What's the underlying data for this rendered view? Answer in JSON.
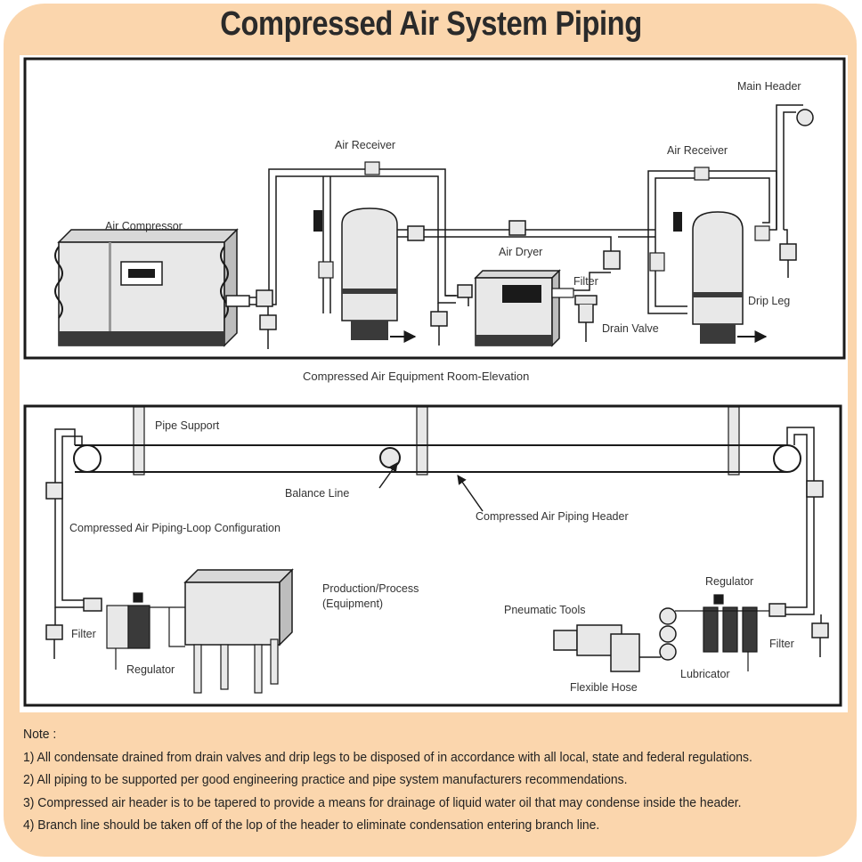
{
  "title": "Compressed Air System Piping",
  "upper_panel": {
    "labels": {
      "air_compressor": "Air Compressor",
      "air_receiver_1": "Air Receiver",
      "air_receiver_2": "Air Receiver",
      "air_dryer": "Air Dryer",
      "filter": "Filter",
      "drain_valve": "Drain Valve",
      "drip_leg": "Drip Leg",
      "main_header": "Main Header"
    },
    "caption": "Compressed Air Equipment Room-Elevation"
  },
  "lower_panel": {
    "labels": {
      "pipe_support": "Pipe Support",
      "balance_line": "Balance Line",
      "piping_header": "Compressed Air Piping Header",
      "loop_configuration": "Compressed Air Piping-Loop Configuration",
      "production_process": "Production/Process",
      "equipment": "(Equipment)",
      "filter_left": "Filter",
      "regulator_left": "Regulator",
      "pneumatic_tools": "Pneumatic Tools",
      "flexible_hose": "Flexible Hose",
      "lubricator": "Lubricator",
      "regulator_right": "Regulator",
      "filter_right": "Filter"
    }
  },
  "notes": {
    "heading": "Note :",
    "items": [
      "1) All condensate drained from drain valves and drip legs to be disposed of in accordance with all local, state and federal regulations.",
      "2) All piping to be supported per good engineering practice and pipe system manufacturers recommendations.",
      "3) Compressed air header is to be tapered to provide a means for drainage of liquid water oil that may condense inside the header.",
      "4) Branch line should be taken off of the lop of the header to eliminate condensation entering branch line."
    ]
  },
  "colors": {
    "background": "#fbd6ad",
    "line": "#1a1a1a",
    "equipment_fill": "#e8e8e8"
  }
}
